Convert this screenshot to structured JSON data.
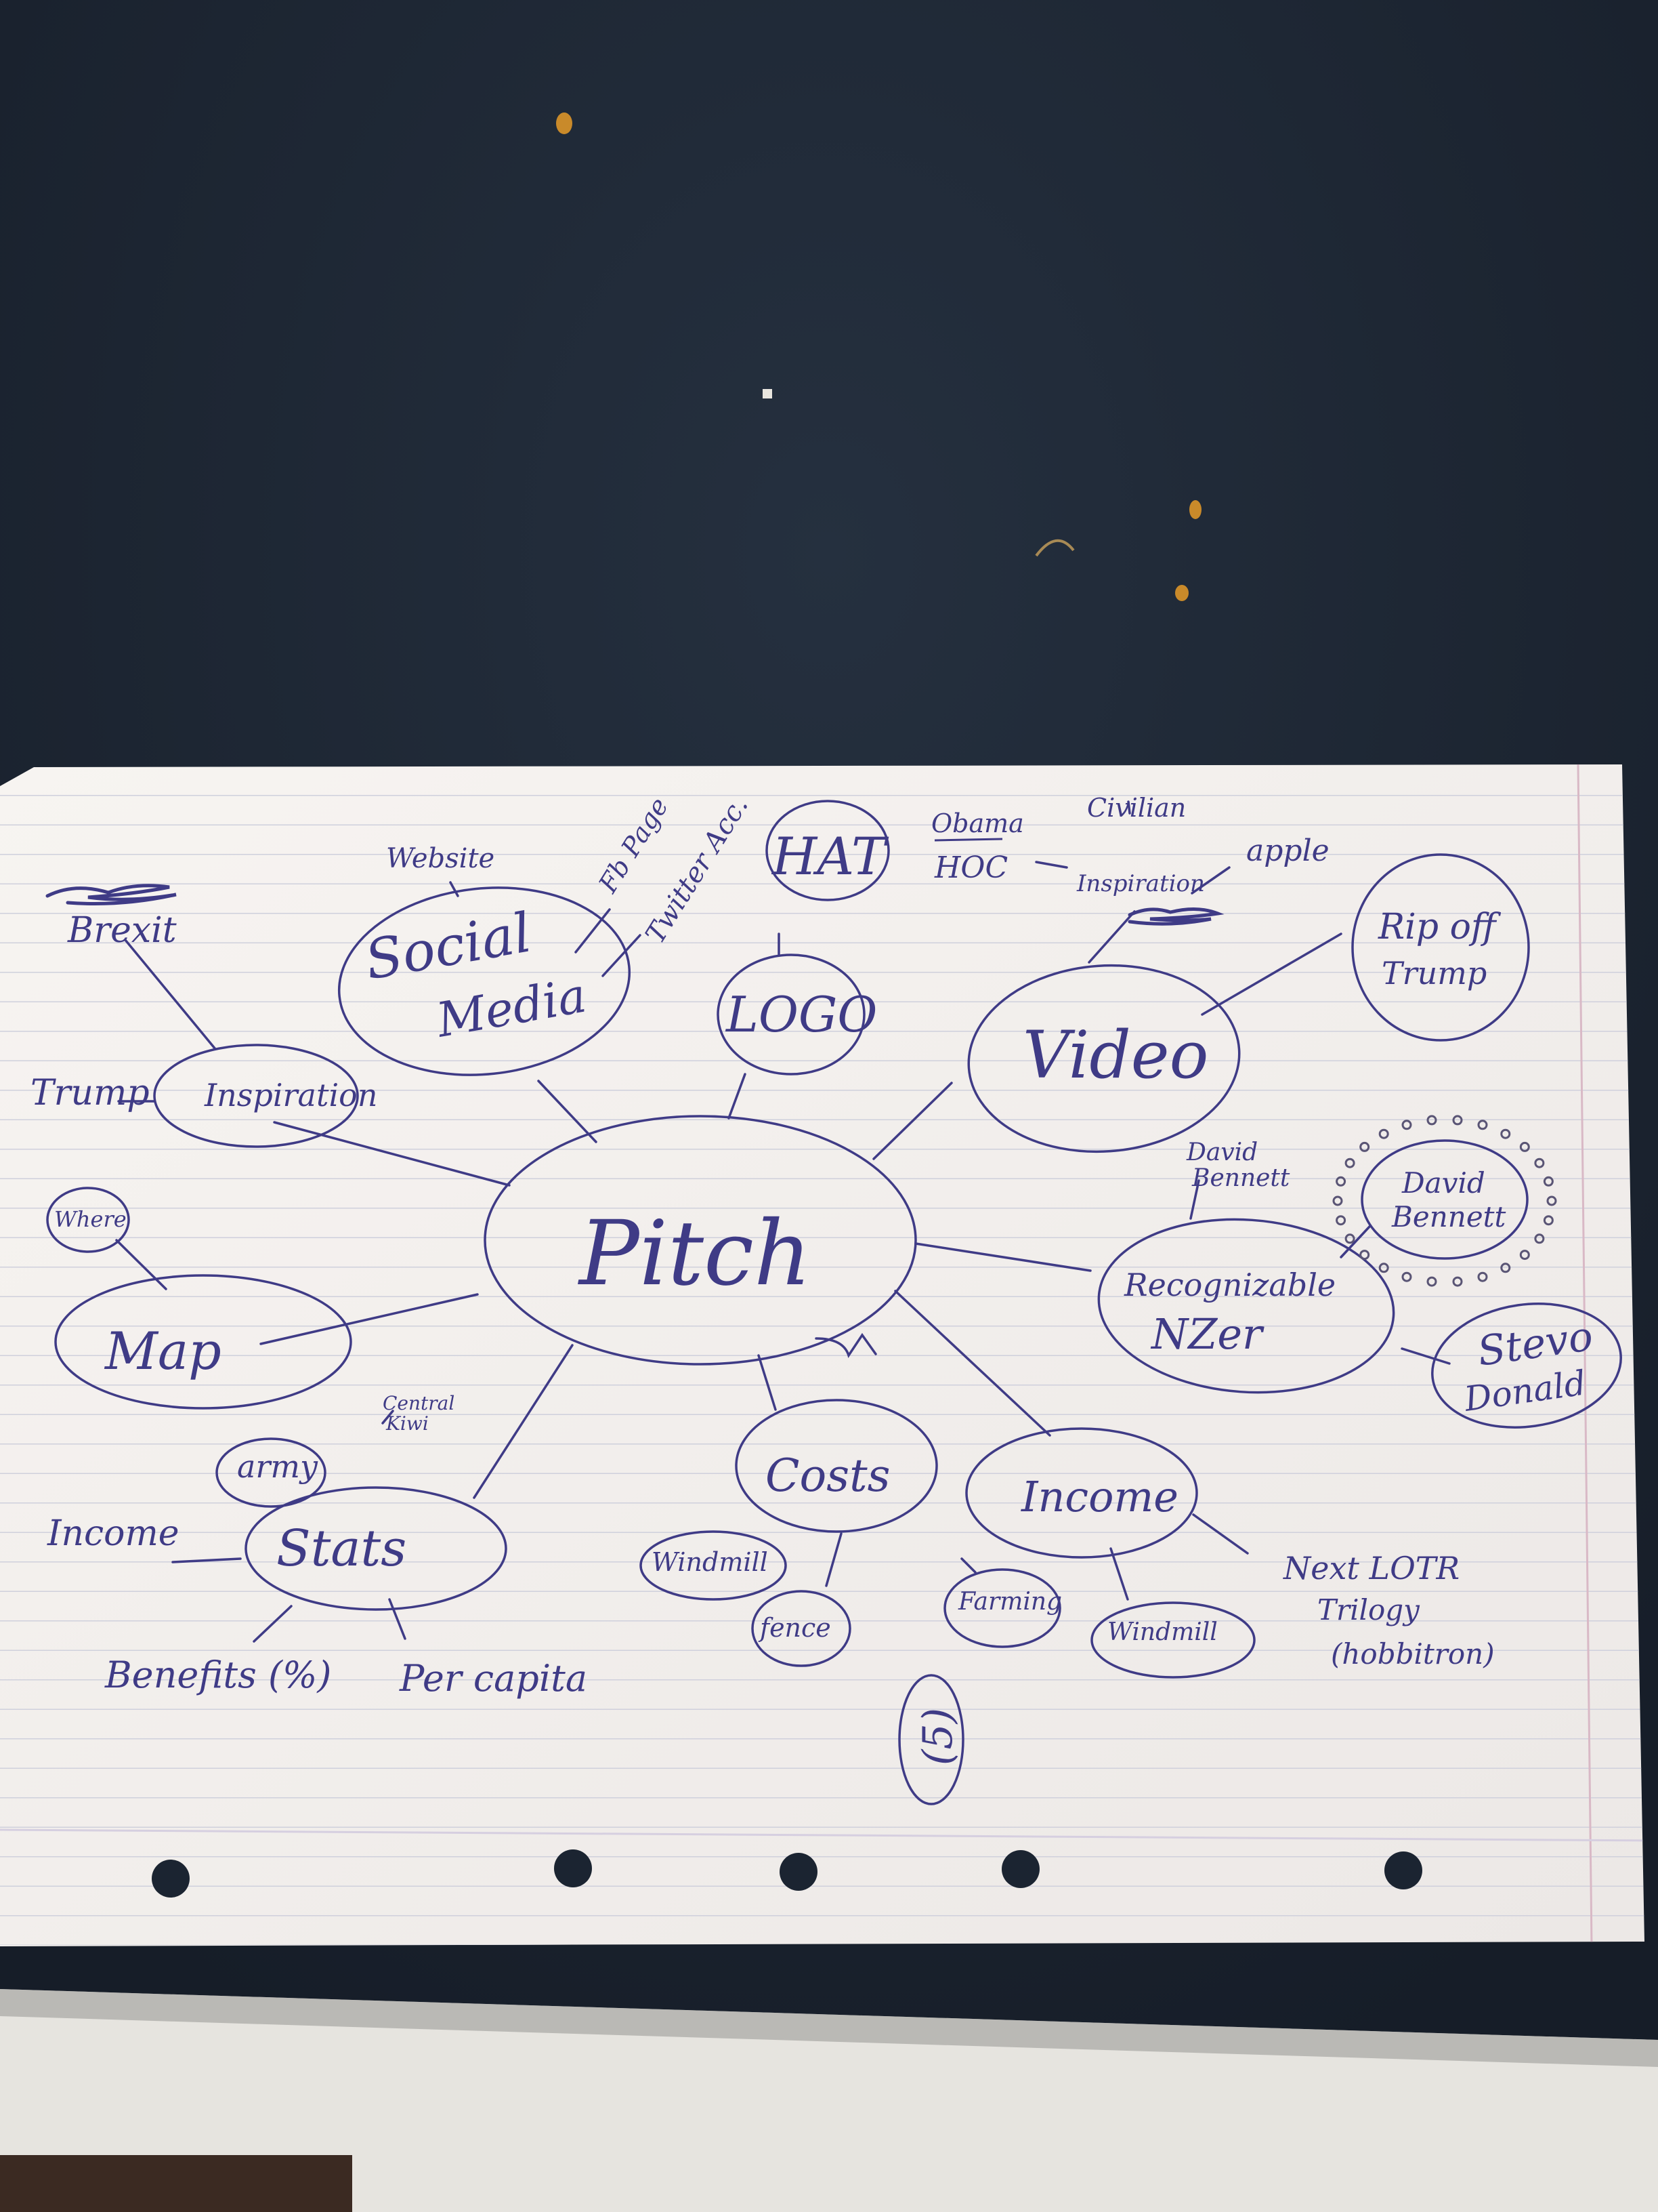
{
  "colors": {
    "table": "#1b2431",
    "table_light": "#2a3544",
    "floor": "#e8e6e2",
    "paper": "#f4f1ee",
    "paper_lines": "#c9c9d6",
    "margin_line": "#d8b8c4",
    "ink": "#3f3b86",
    "crumb": "#c98a2a"
  },
  "mindmap": {
    "center": "Pitch",
    "social_media": {
      "label_1": "Social",
      "label_2": "Media",
      "website": "Website",
      "fb_page": "Fb Page",
      "twitter": "Twitter Acc."
    },
    "logo": {
      "label": "LOGO",
      "hat": "HAT"
    },
    "video": {
      "label": "Video",
      "obama": "Obama",
      "hoc": "HOC",
      "civilian": "Civilian",
      "inspiration": "Inspiration",
      "apple": "apple",
      "rip_off": "Rip off",
      "trump": "Trump"
    },
    "inspiration": {
      "label": "Inspiration",
      "brexit": "Brexit",
      "trump": "Trump"
    },
    "map": {
      "label": "Map",
      "where": "Where"
    },
    "recognizable": {
      "label_1": "Recognizable",
      "label_2": "NZer",
      "david_bennett_1": "David",
      "david_bennett_2": "Bennett",
      "circled_1": "David",
      "circled_2": "Bennett",
      "stevo": "Stevo",
      "donald": "Donald"
    },
    "stats": {
      "label": "Stats",
      "army": "army",
      "central_1": "Central",
      "central_2": "Kiwi",
      "income": "Income",
      "benefits": "Benefits (%)",
      "per_capita": "Per capita"
    },
    "costs": {
      "label": "Costs",
      "windmill": "Windmill",
      "fence": "fence"
    },
    "income": {
      "label": "Income",
      "farming": "Farming",
      "windmill": "Windmill",
      "next_lotr_1": "Next LOTR",
      "next_lotr_2": "Trilogy",
      "next_lotr_3": "(hobbitron)"
    },
    "page_mark": "(5)"
  }
}
